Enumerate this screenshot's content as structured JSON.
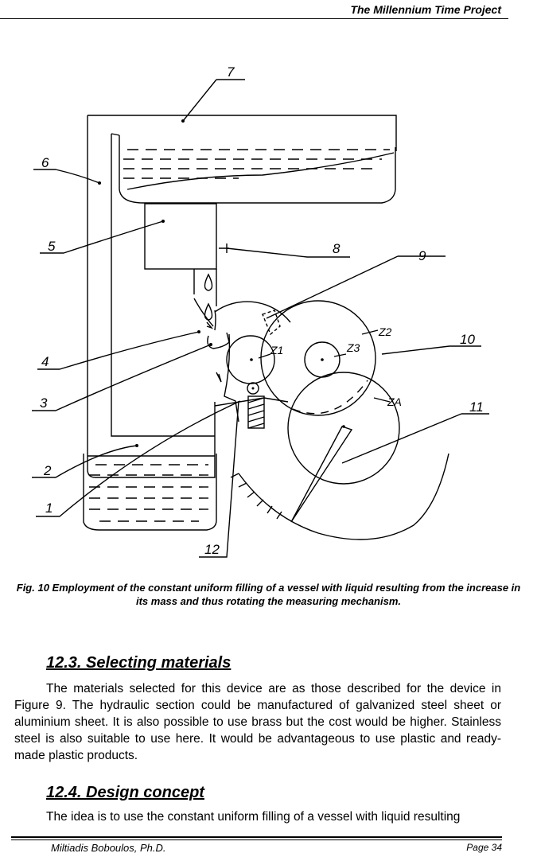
{
  "header": {
    "title": "The Millennium Time Project"
  },
  "figure": {
    "labels": {
      "l1": "1",
      "l2": "2",
      "l3": "3",
      "l4": "4",
      "l5": "5",
      "l6": "6",
      "l7": "7",
      "l8": "8",
      "l9": "9",
      "l10": "10",
      "l11": "11",
      "l12": "12",
      "z1": "Z1",
      "z2": "Z2",
      "z3": "Z3",
      "z4": "ZA"
    },
    "caption": "Fig. 10 Employment of the constant uniform filling of a vessel with liquid resulting from the increase in its mass and thus rotating the  measuring mechanism."
  },
  "sections": [
    {
      "heading": "12.3.   Selecting materials",
      "body": "The materials selected for this device are as those described for the device in Figure 9. The hydraulic section could be manufactured of galvanized steel sheet or aluminium sheet. It is also possible to use brass but the cost would be higher. Stainless steel is also suitable to use here. It would be advantageous to use plastic and ready-made plastic products."
    },
    {
      "heading": "12.4.   Design concept",
      "body": "The idea is to use the constant uniform filling of a vessel with liquid resulting"
    }
  ],
  "footer": {
    "author": "Miltiadis Boboulos, Ph.D.",
    "page": "Page  34"
  }
}
